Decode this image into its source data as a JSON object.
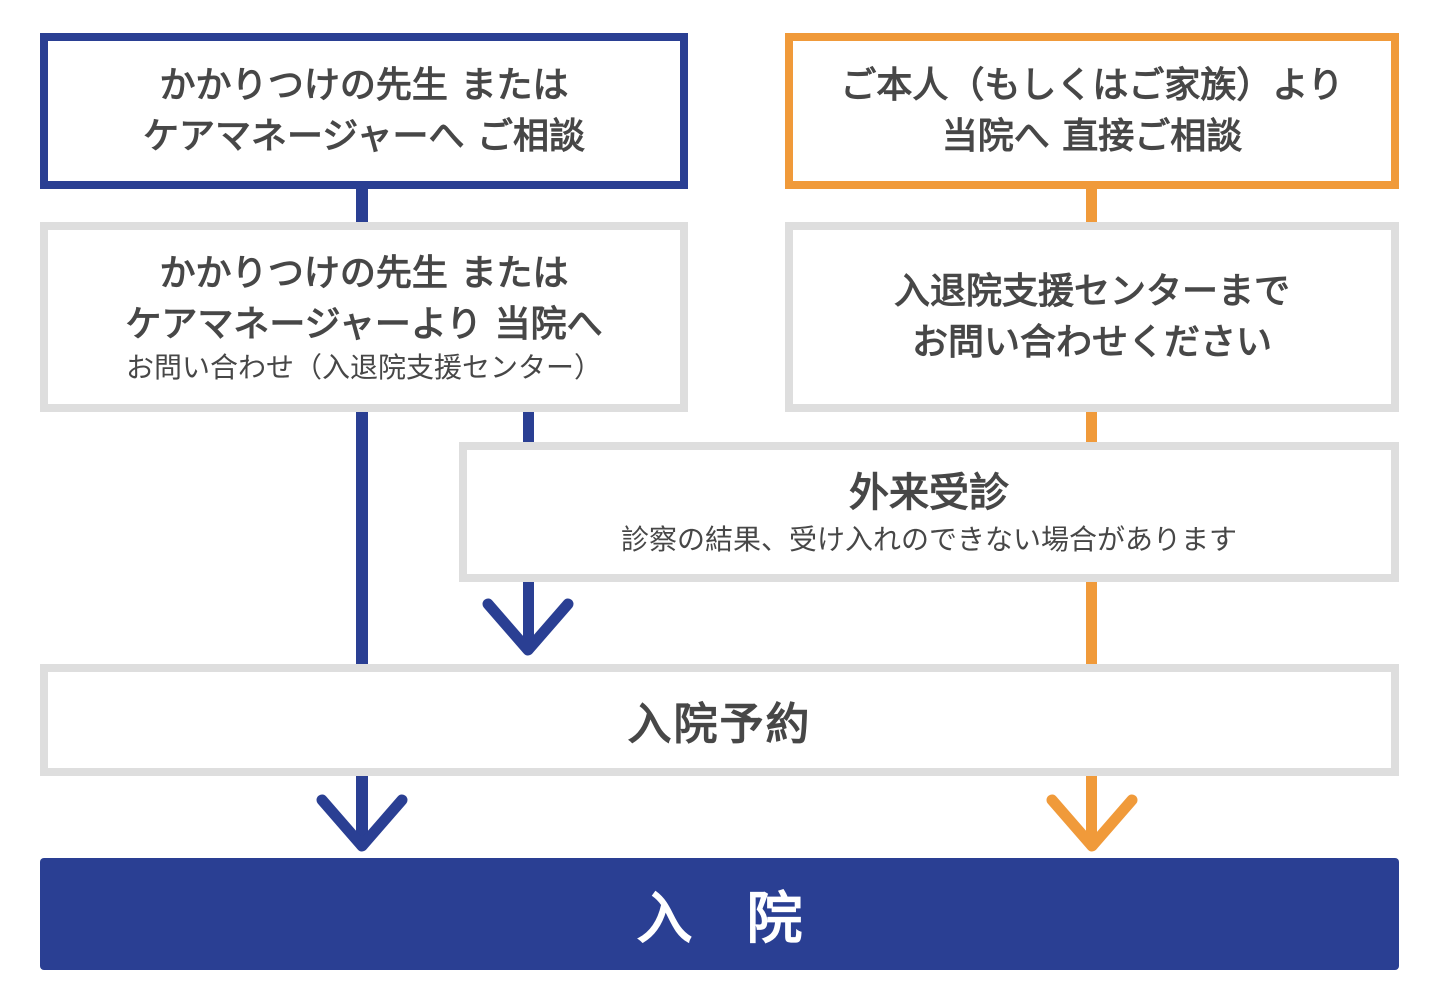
{
  "colors": {
    "blue": "#2a3f93",
    "orange": "#f09a3a",
    "gray": "#dedede",
    "text": "#474747"
  },
  "box_doctor": {
    "line1": "かかりつけの先生 または",
    "line2": "ケアマネージャーへ ご相談"
  },
  "box_self": {
    "line1": "ご本人（もしくはご家族）より",
    "line2": "当院へ 直接ご相談"
  },
  "box_referral": {
    "line1": "かかりつけの先生 または",
    "line2": "ケアマネージャーより 当院へ",
    "sub": "お問い合わせ（入退院支援センター）"
  },
  "box_center": {
    "line1": "入退院支援センターまで",
    "line2": "お問い合わせください"
  },
  "box_outpatient": {
    "title": "外来受診",
    "sub": "診察の結果、受け入れのできない場合があります"
  },
  "box_reservation": {
    "title": "入院予約"
  },
  "box_admission": {
    "title": "入院"
  }
}
